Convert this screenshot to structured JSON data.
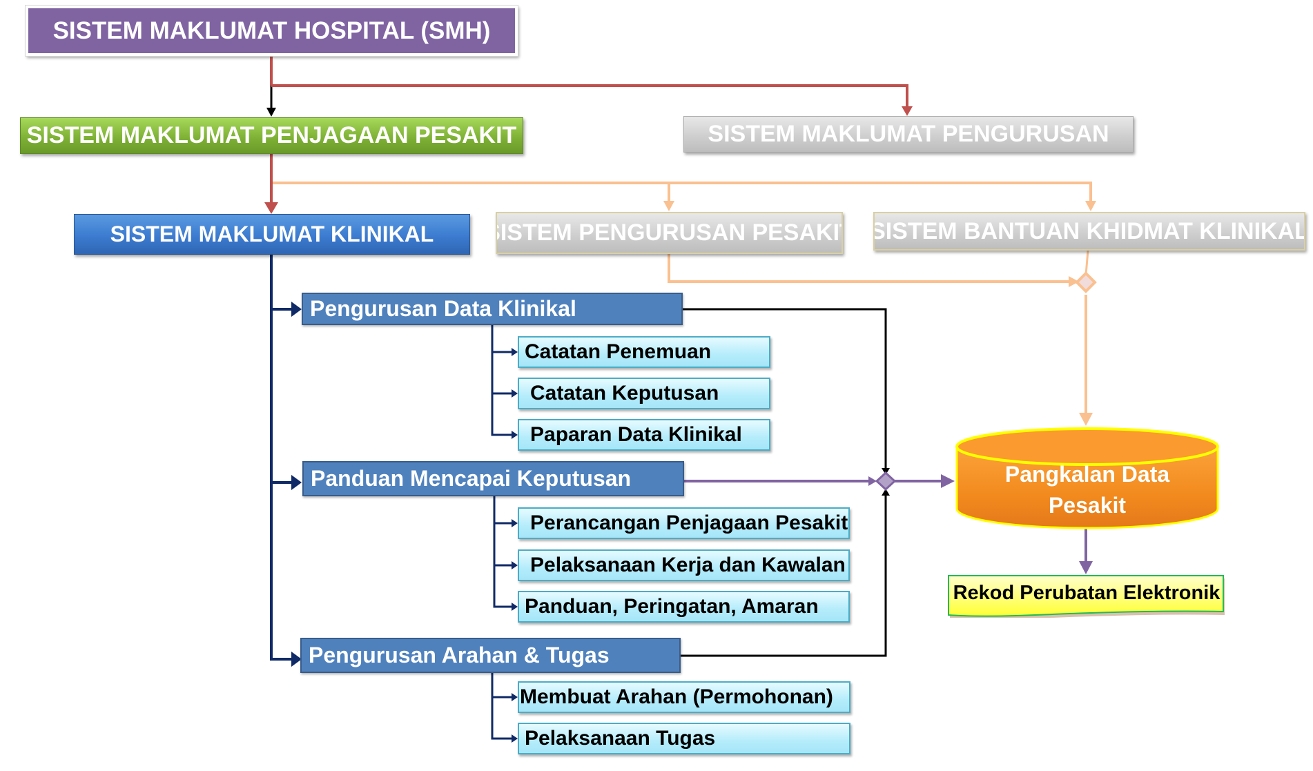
{
  "diagram": {
    "root": {
      "label": "SISTEM MAKLUMAT HOSPITAL  (SMH)"
    },
    "level1": {
      "patient_care": {
        "label": "SISTEM MAKLUMAT PENJAGAAN PESAKIT"
      },
      "management": {
        "label": "SISTEM MAKLUMAT PENGURUSAN"
      }
    },
    "level2": {
      "clinical": {
        "label": "SISTEM MAKLUMAT KLINIKAL"
      },
      "patient_management": {
        "label": "SISTEM PENGURUSAN PESAKIT"
      },
      "clinical_support": {
        "label": "SISTEM BANTUAN KHIDMAT KLINIKAL"
      }
    },
    "modules": [
      {
        "label": "Pengurusan Data Klinikal",
        "items": [
          "Catatan Penemuan",
          "Catatan Keputusan",
          "Paparan Data Klinikal"
        ]
      },
      {
        "label": "Panduan Mencapai Keputusan",
        "items": [
          "Perancangan Penjagaan Pesakit",
          "Pelaksanaan Kerja dan Kawalan",
          "Panduan, Peringatan, Amaran"
        ]
      },
      {
        "label": "Pengurusan Arahan & Tugas",
        "items": [
          "Membuat Arahan (Permohonan)",
          "Pelaksanaan Tugas"
        ]
      }
    ],
    "database": {
      "line1": "Pangkalan Data",
      "line2": "Pesakit"
    },
    "output": {
      "label": "Rekod Perubatan Elektronik"
    }
  },
  "colors": {
    "root": "#8064a2",
    "patient_care": "#7fb236",
    "management_gray": "#cfcfcf",
    "clinical_blue": "#3c7bd0",
    "module_blue": "#4f81bd",
    "leaf_cyan": "#b4ecfb",
    "red_connector": "#c0504d",
    "orange_connector": "#fac090",
    "navy_connector": "#0f2a66",
    "purple_connector": "#8064a2",
    "database_orange": "#f79646",
    "output_yellow": "#ffff66"
  }
}
